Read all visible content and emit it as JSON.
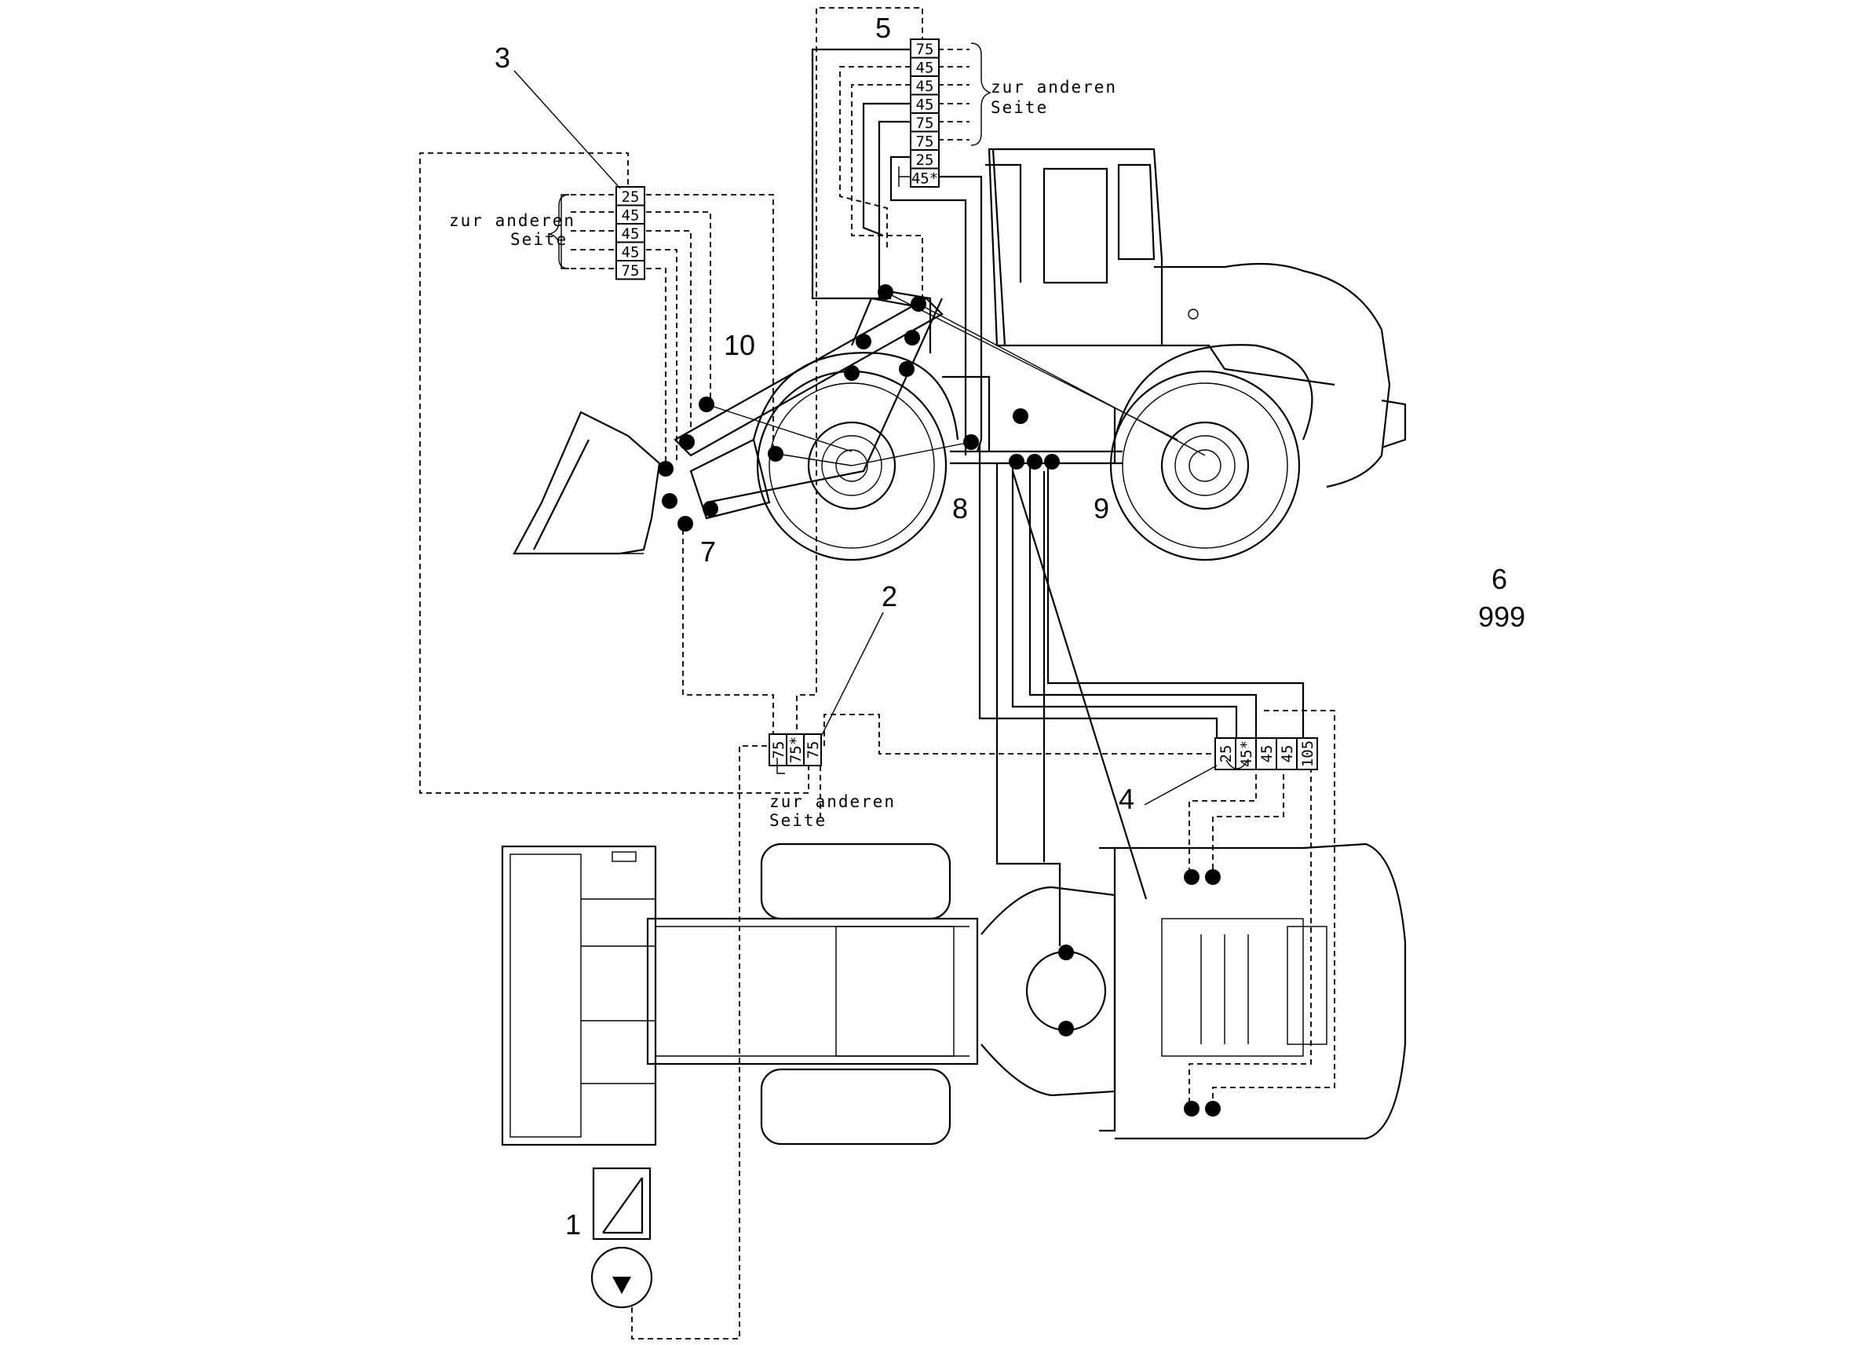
{
  "callouts": {
    "c1": "1",
    "c2": "2",
    "c3": "3",
    "c4": "4",
    "c5": "5",
    "c7": "7",
    "c8": "8",
    "c9": "9",
    "c10": "10",
    "c6": "6",
    "c999": "999"
  },
  "note_text": {
    "line1": "zur anderen",
    "line2": "Seite"
  },
  "block3": {
    "ports": [
      "25",
      "45",
      "45",
      "45",
      "75"
    ]
  },
  "block5": {
    "ports": [
      "75",
      "45",
      "45",
      "45",
      "75",
      "75",
      "25",
      "45*"
    ]
  },
  "block2": {
    "ports": [
      "75",
      "75*",
      "75"
    ]
  },
  "block4": {
    "ports": [
      "25",
      "45*",
      "45",
      "45",
      "105"
    ]
  },
  "colors": {
    "ink": "#000000",
    "paper": "#ffffff"
  }
}
